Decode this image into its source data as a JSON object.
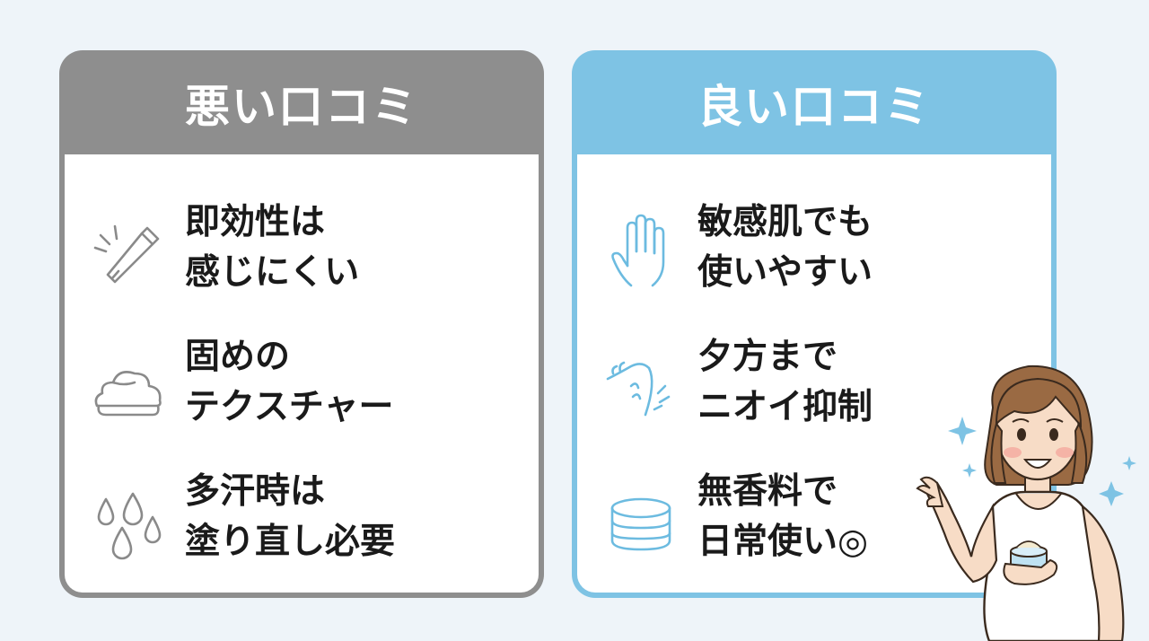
{
  "bad": {
    "title": "悪い口コミ",
    "items": [
      {
        "icon": "cream-tube-icon",
        "line1": "即効性は",
        "line2": "感じにくい"
      },
      {
        "icon": "cream-blob-icon",
        "line1": "固めの",
        "line2": "テクスチャー"
      },
      {
        "icon": "sweat-drops-icon",
        "line1": "多汗時は",
        "line2": "塗り直し必要"
      }
    ]
  },
  "good": {
    "title": "良い口コミ",
    "items": [
      {
        "icon": "hand-icon",
        "line1": "敏感肌でも",
        "line2": "使いやすい"
      },
      {
        "icon": "armpit-fresh-icon",
        "line1": "夕方まで",
        "line2": "ニオイ抑制"
      },
      {
        "icon": "cream-jar-icon",
        "line1": "無香料で",
        "line2": "日常使い◎"
      }
    ]
  },
  "colors": {
    "background": "#eef4f9",
    "bad_accent": "#8e8e8e",
    "good_accent": "#7ec3e4",
    "bad_icon": "#8a8a8a",
    "good_icon": "#6cbbe0"
  }
}
